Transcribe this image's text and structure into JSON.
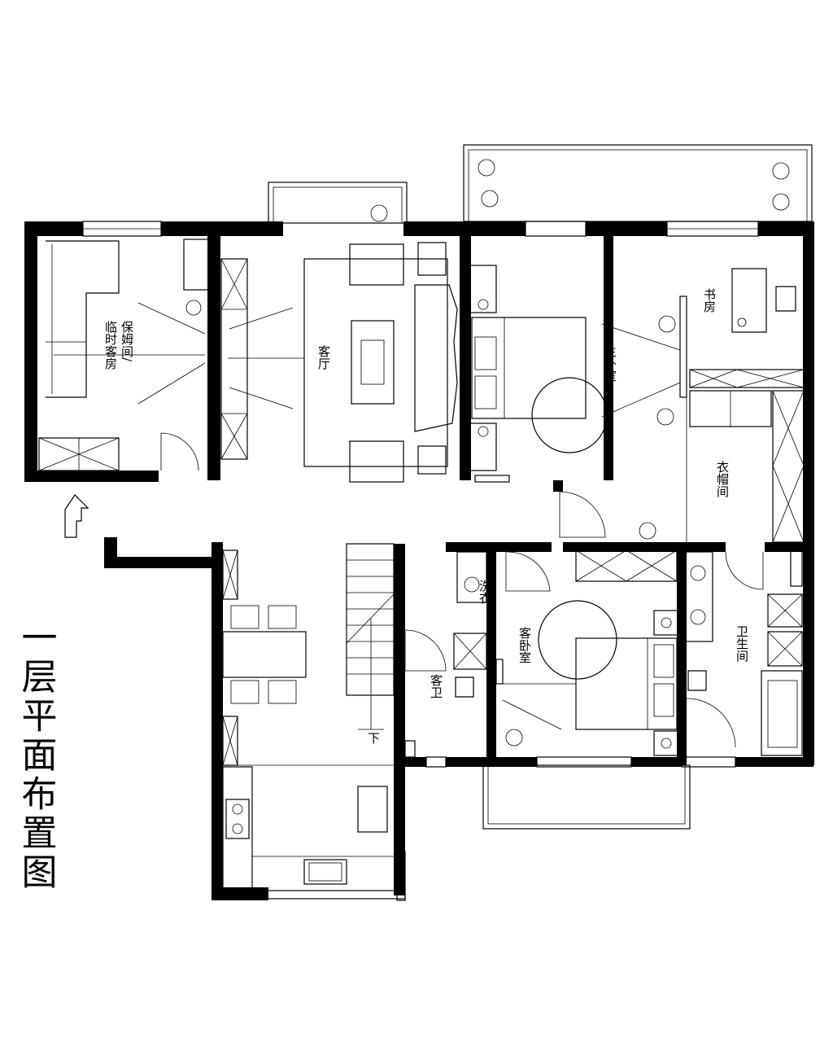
{
  "title": "一层平面布置图",
  "rooms": {
    "nanny_room_line1": "保姆间/",
    "nanny_room_line2": "临时客房",
    "living_room": "客厅",
    "master_bedroom": "主卧室",
    "study": "书房",
    "cloakroom": "衣帽间",
    "guest_bedroom": "客卧室",
    "guest_bath": "客卫",
    "bathroom": "卫生间",
    "wash": "洗衣",
    "stair_down": "下"
  }
}
